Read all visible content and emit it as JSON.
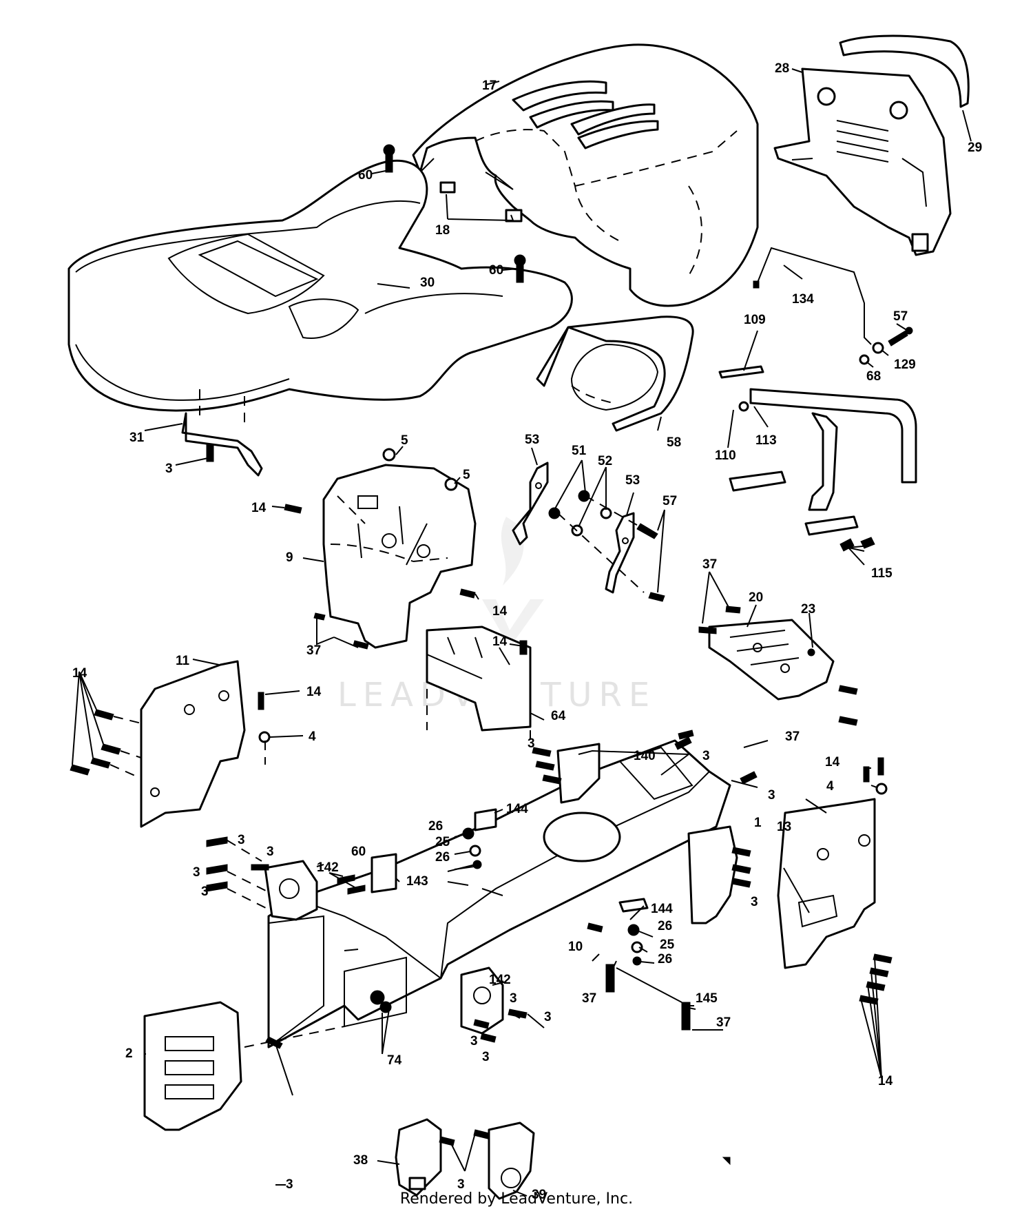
{
  "watermark": "LEADVENTURE",
  "footer": "Rendered by LeadVenture, Inc.",
  "callouts": [
    {
      "id": "c17",
      "text": "17"
    },
    {
      "id": "c28",
      "text": "28"
    },
    {
      "id": "c29",
      "text": "29"
    },
    {
      "id": "c60a",
      "text": "60"
    },
    {
      "id": "c18",
      "text": "18"
    },
    {
      "id": "c60b",
      "text": "60"
    },
    {
      "id": "c30",
      "text": "30"
    },
    {
      "id": "c134",
      "text": "134"
    },
    {
      "id": "c109",
      "text": "109"
    },
    {
      "id": "c57a",
      "text": "57"
    },
    {
      "id": "c68",
      "text": "68"
    },
    {
      "id": "c129",
      "text": "129"
    },
    {
      "id": "c31",
      "text": "31"
    },
    {
      "id": "c3a",
      "text": "3"
    },
    {
      "id": "c5a",
      "text": "5"
    },
    {
      "id": "c5b",
      "text": "5"
    },
    {
      "id": "c58",
      "text": "58"
    },
    {
      "id": "c110",
      "text": "110"
    },
    {
      "id": "c113",
      "text": "113"
    },
    {
      "id": "c53a",
      "text": "53"
    },
    {
      "id": "c51",
      "text": "51"
    },
    {
      "id": "c52",
      "text": "52"
    },
    {
      "id": "c53b",
      "text": "53"
    },
    {
      "id": "c57b",
      "text": "57"
    },
    {
      "id": "c14a",
      "text": "14"
    },
    {
      "id": "c9",
      "text": "9"
    },
    {
      "id": "c115",
      "text": "115"
    },
    {
      "id": "c37a",
      "text": "37"
    },
    {
      "id": "c20",
      "text": "20"
    },
    {
      "id": "c23",
      "text": "23"
    },
    {
      "id": "c14b",
      "text": "14"
    },
    {
      "id": "c37b",
      "text": "37"
    },
    {
      "id": "c14c",
      "text": "14"
    },
    {
      "id": "c14d",
      "text": "14"
    },
    {
      "id": "c11",
      "text": "11"
    },
    {
      "id": "c14e",
      "text": "14"
    },
    {
      "id": "c4a",
      "text": "4"
    },
    {
      "id": "c64",
      "text": "64"
    },
    {
      "id": "c37c",
      "text": "37"
    },
    {
      "id": "c3b",
      "text": "3"
    },
    {
      "id": "c140",
      "text": "140"
    },
    {
      "id": "c3c",
      "text": "3"
    },
    {
      "id": "c14f",
      "text": "14"
    },
    {
      "id": "c4b",
      "text": "4"
    },
    {
      "id": "c3d",
      "text": "3"
    },
    {
      "id": "c144a",
      "text": "144"
    },
    {
      "id": "c1",
      "text": "1"
    },
    {
      "id": "c13",
      "text": "13"
    },
    {
      "id": "c26a",
      "text": "26"
    },
    {
      "id": "c25a",
      "text": "25"
    },
    {
      "id": "c26b",
      "text": "26"
    },
    {
      "id": "c3e",
      "text": "3"
    },
    {
      "id": "c3f",
      "text": "3"
    },
    {
      "id": "c60c",
      "text": "60"
    },
    {
      "id": "c3g",
      "text": "3"
    },
    {
      "id": "c142a",
      "text": "142"
    },
    {
      "id": "c143",
      "text": "143"
    },
    {
      "id": "c3h",
      "text": "3"
    },
    {
      "id": "c3i",
      "text": "3"
    },
    {
      "id": "c144b",
      "text": "144"
    },
    {
      "id": "c26c",
      "text": "26"
    },
    {
      "id": "c10",
      "text": "10"
    },
    {
      "id": "c25b",
      "text": "25"
    },
    {
      "id": "c26d",
      "text": "26"
    },
    {
      "id": "c37d",
      "text": "37"
    },
    {
      "id": "c145",
      "text": "145"
    },
    {
      "id": "c142b",
      "text": "142"
    },
    {
      "id": "c3j",
      "text": "3"
    },
    {
      "id": "c3k",
      "text": "3"
    },
    {
      "id": "c37e",
      "text": "37"
    },
    {
      "id": "c2",
      "text": "2"
    },
    {
      "id": "c3l",
      "text": "3"
    },
    {
      "id": "c3m",
      "text": "3"
    },
    {
      "id": "c74",
      "text": "74"
    },
    {
      "id": "c14g",
      "text": "14"
    },
    {
      "id": "c38",
      "text": "38"
    },
    {
      "id": "c3n",
      "text": "3"
    },
    {
      "id": "c3o",
      "text": "3"
    },
    {
      "id": "c39",
      "text": "39"
    }
  ]
}
